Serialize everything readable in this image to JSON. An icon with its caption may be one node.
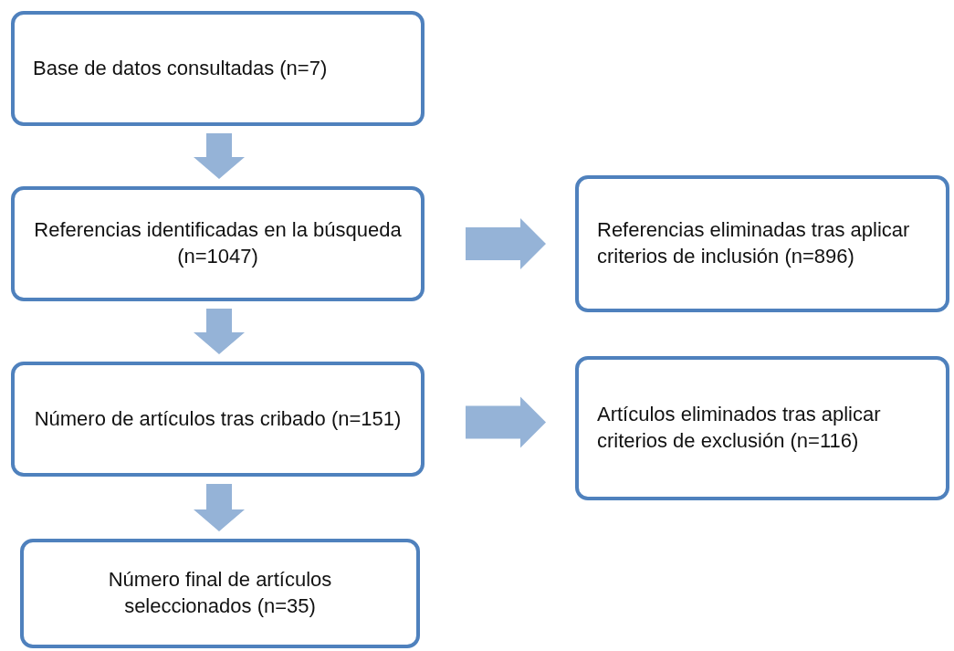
{
  "diagram": {
    "nodes": [
      {
        "text": [
          "Base de datos consultadas (n=7)"
        ]
      },
      {
        "text": [
          "Referencias identificadas en la búsqueda (n=1047)"
        ]
      },
      {
        "text": [
          "Número de artículos tras cribado (n=151)"
        ]
      },
      {
        "text": [
          "Número final de artículos seleccionados (n=35)"
        ]
      },
      {
        "text": [
          "Referencias eliminadas tras aplicar criterios de inclusión (n=896)"
        ]
      },
      {
        "text": [
          "Artículos eliminados tras aplicar criterios de exclusión (n=116)"
        ]
      }
    ],
    "edges": [
      {
        "from": 0,
        "to": 1,
        "arrow": "to"
      },
      {
        "from": 1,
        "to": 2,
        "arrow": "to"
      },
      {
        "from": 2,
        "to": 3,
        "arrow": "to"
      },
      {
        "from": 1,
        "to": 4,
        "arrow": "to"
      },
      {
        "from": 2,
        "to": 5,
        "arrow": "to"
      }
    ]
  }
}
